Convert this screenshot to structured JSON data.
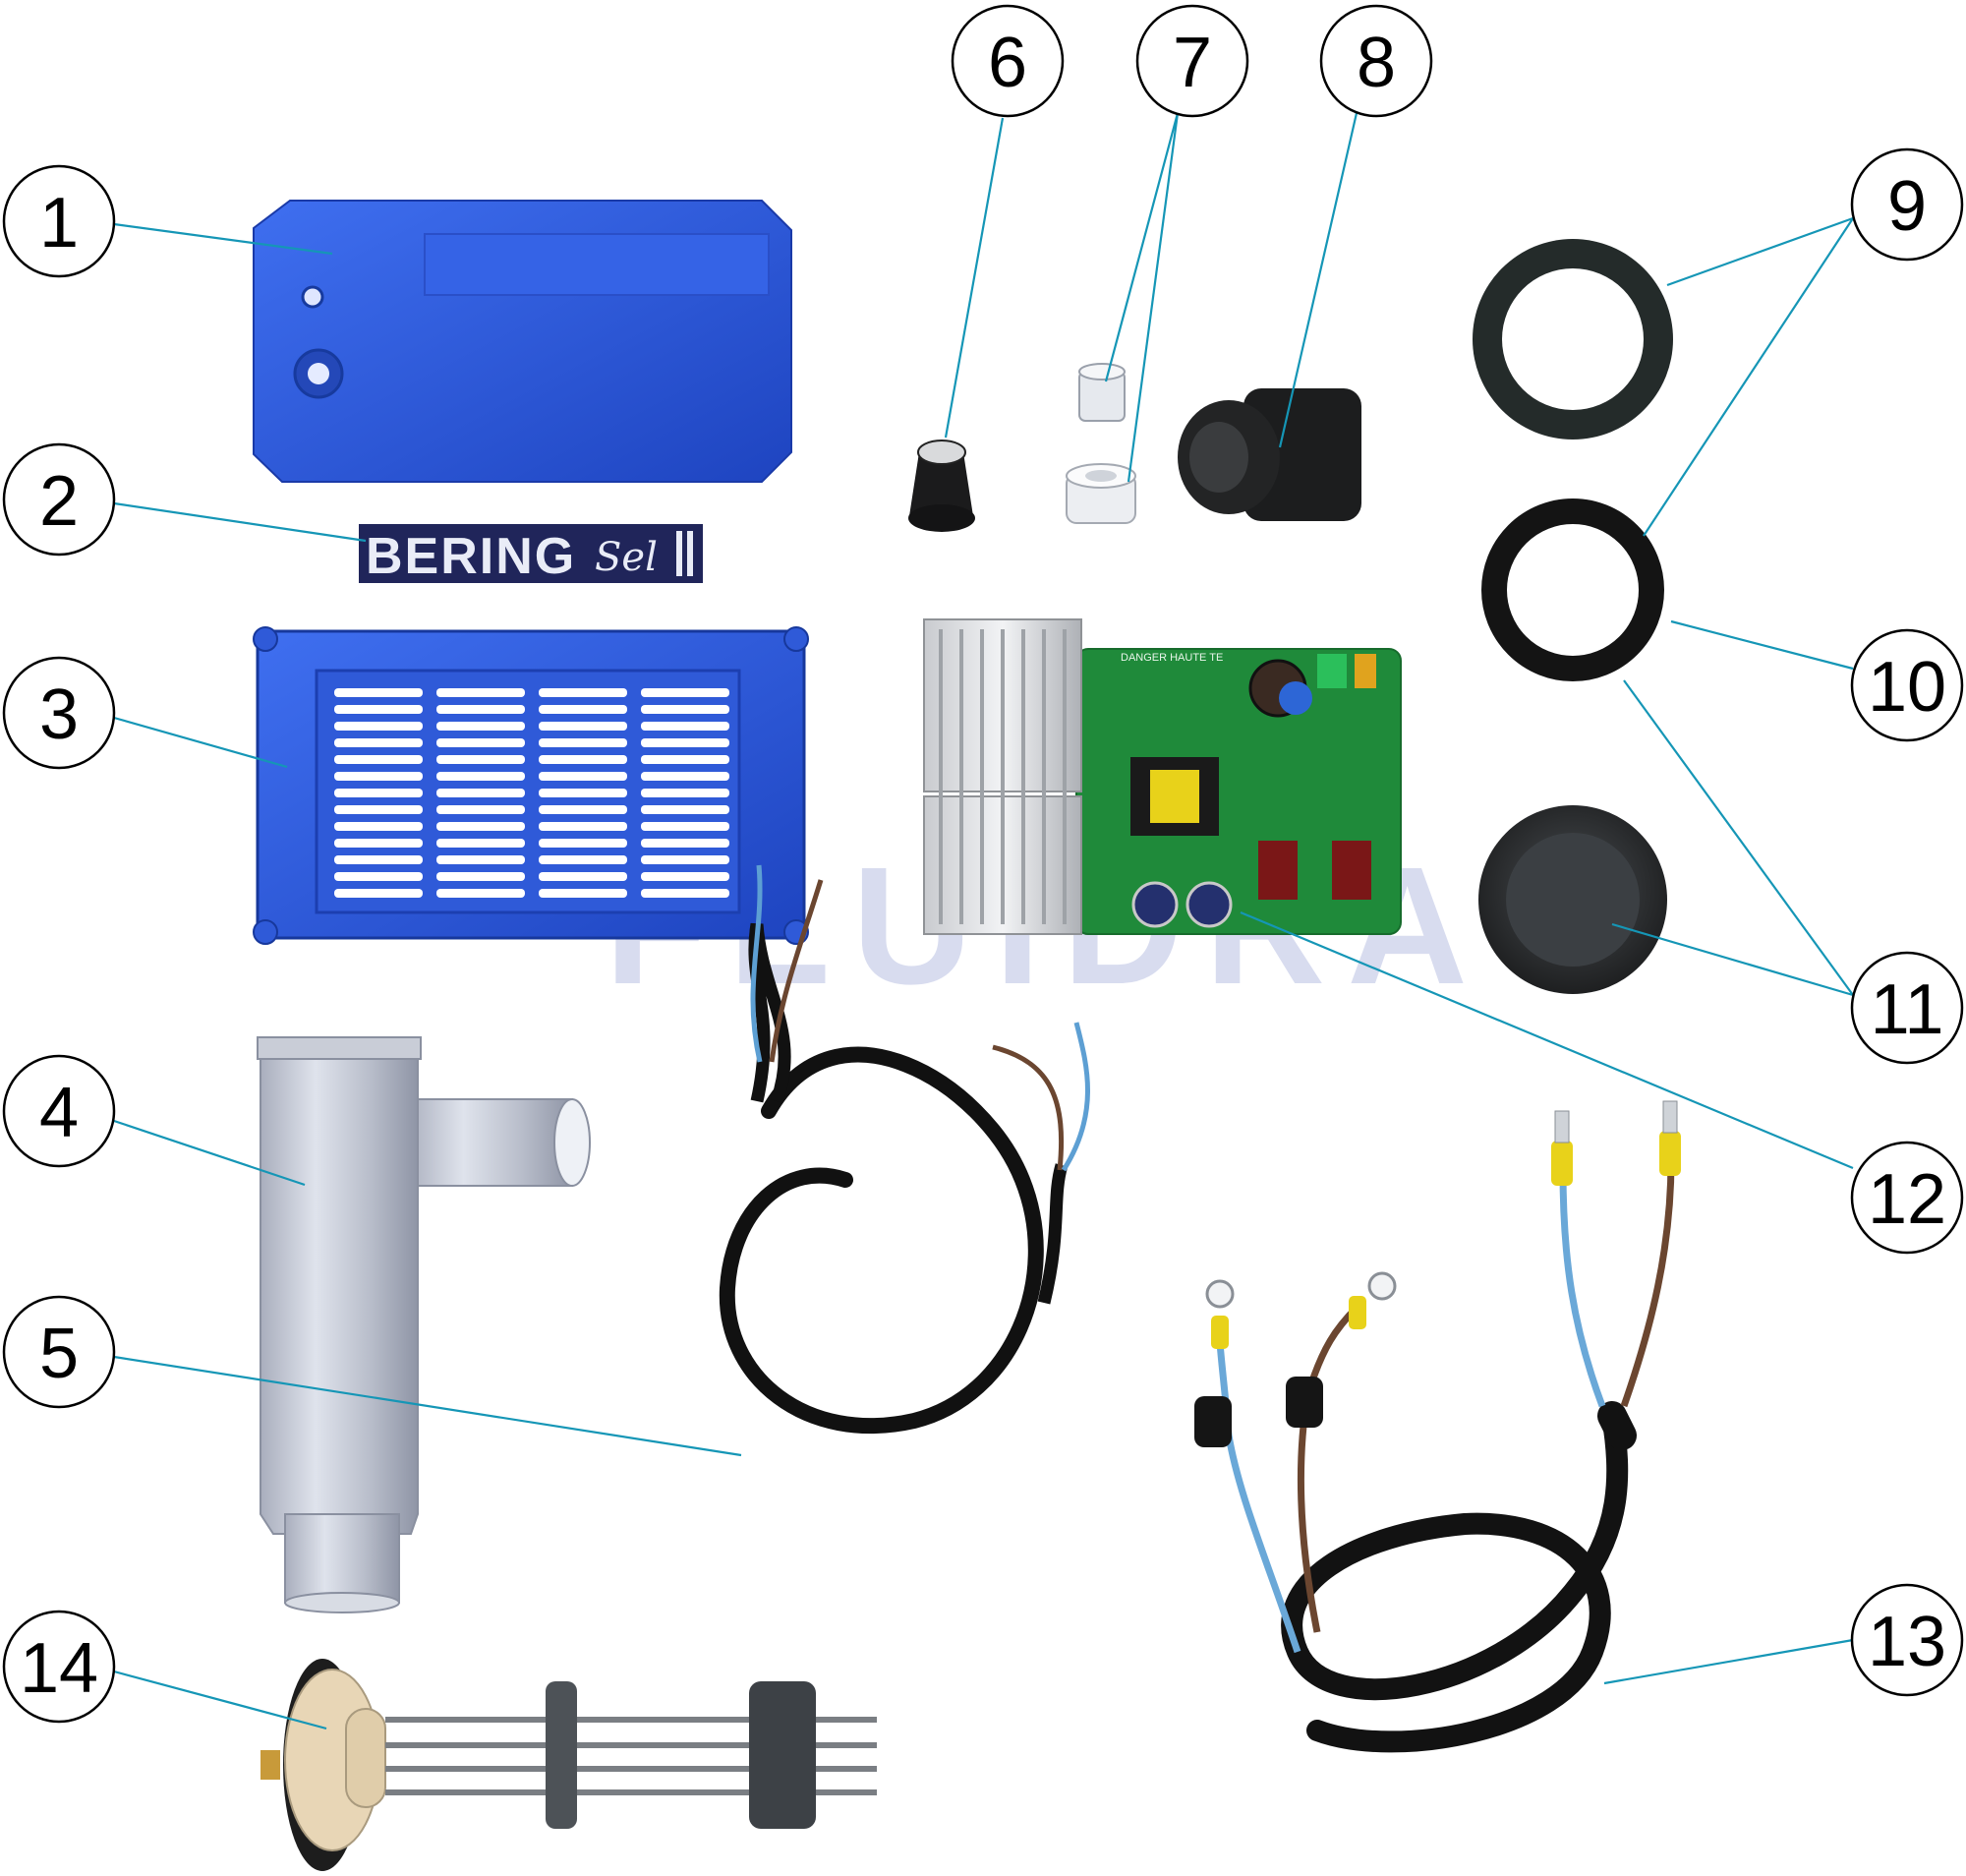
{
  "watermark": "FLUIDRA",
  "label_text": {
    "brand": "BERING",
    "script": "Sel"
  },
  "pcb_text": "DANGER HAUTE TE",
  "colors": {
    "leader": "#1596b6",
    "blue_plastic": "#2a55d6",
    "cable_black": "#111111",
    "wire_blue": "#6aa8d8",
    "wire_brown": "#6b4630",
    "pcb_green": "#1f8a3a",
    "ferrule_yellow": "#e8d21a"
  },
  "callouts": [
    {
      "id": 1,
      "label": "1",
      "part_icon": "blue-cover-icon"
    },
    {
      "id": 2,
      "label": "2",
      "part_icon": "brand-label-icon"
    },
    {
      "id": 3,
      "label": "3",
      "part_icon": "vented-case-icon"
    },
    {
      "id": 4,
      "label": "4",
      "part_icon": "cell-body-icon"
    },
    {
      "id": 5,
      "label": "5",
      "part_icon": "short-cable-icon"
    },
    {
      "id": 6,
      "label": "6",
      "part_icon": "knob-icon"
    },
    {
      "id": 7,
      "label": "7",
      "part_icon": "light-guide-icon"
    },
    {
      "id": 8,
      "label": "8",
      "part_icon": "cable-gland-icon"
    },
    {
      "id": 9,
      "label": "9",
      "part_icon": "nut-ring-icon"
    },
    {
      "id": 10,
      "label": "10",
      "part_icon": "o-ring-icon"
    },
    {
      "id": 11,
      "label": "11",
      "part_icon": "end-cap-icon"
    },
    {
      "id": 12,
      "label": "12",
      "part_icon": "pcb-board-icon"
    },
    {
      "id": 13,
      "label": "13",
      "part_icon": "power-cable-icon"
    },
    {
      "id": 14,
      "label": "14",
      "part_icon": "electrode-icon"
    }
  ]
}
